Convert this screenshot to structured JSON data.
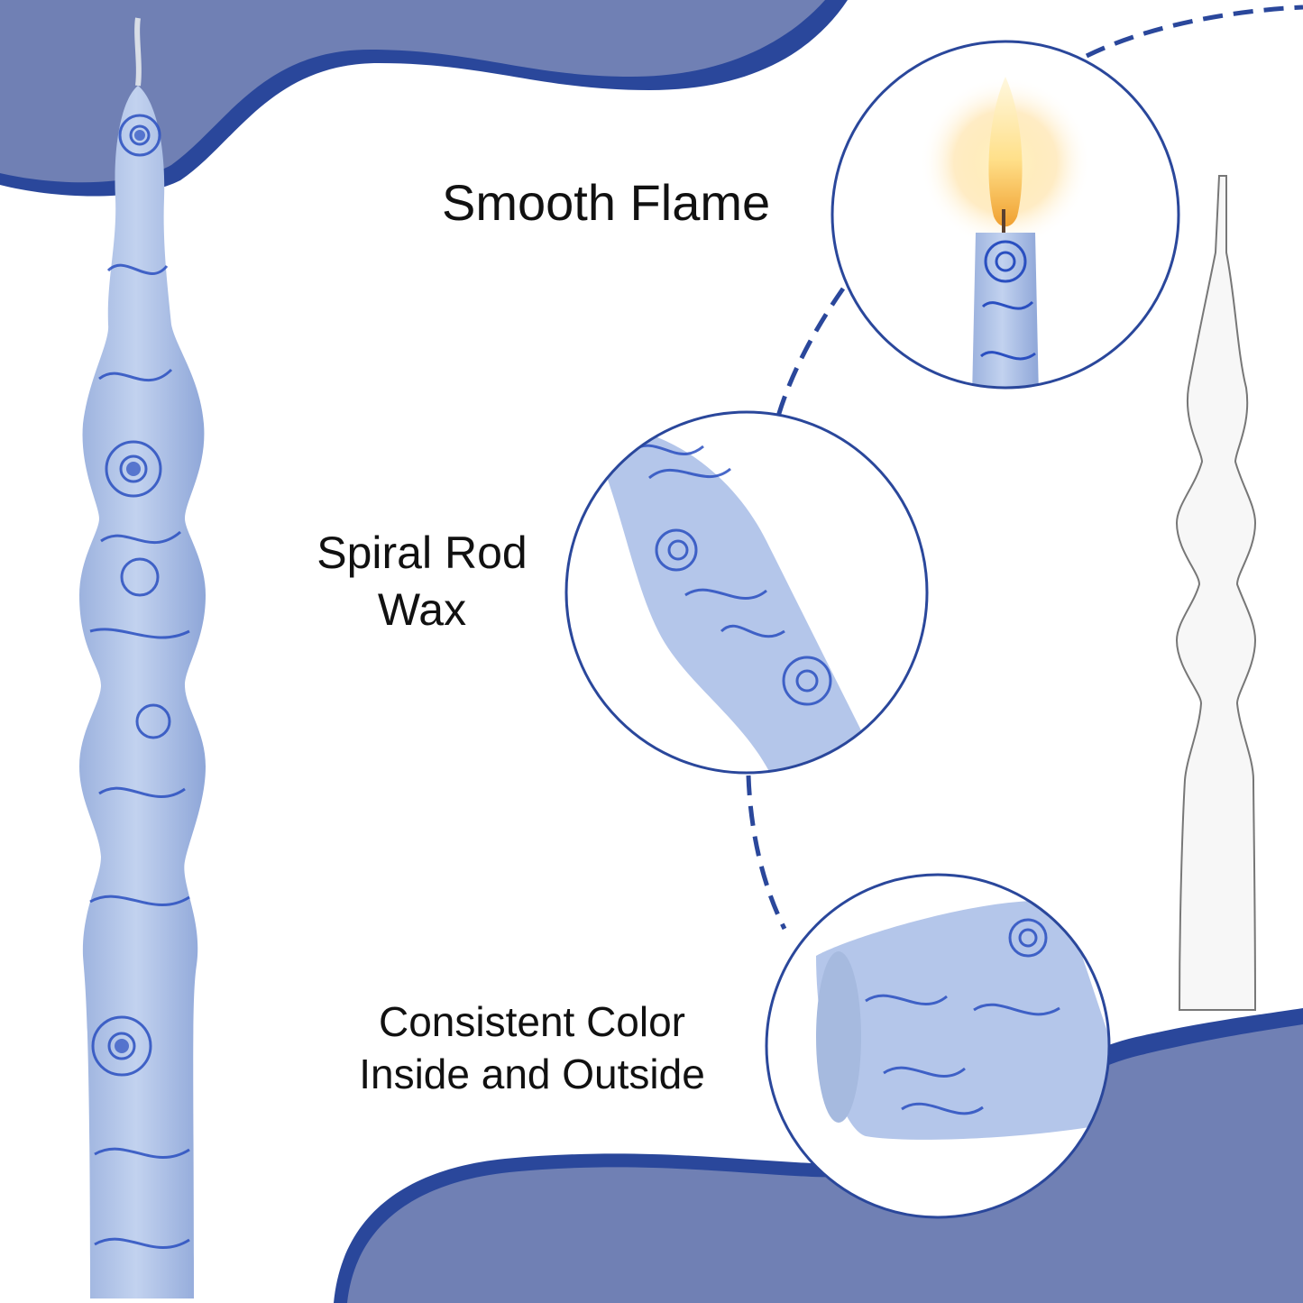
{
  "colors": {
    "accent_dark": "#2a479b",
    "accent_light": "#7080b4",
    "wax_light": "#a9bde4",
    "pattern_blue": "#2a4fc0"
  },
  "features": [
    {
      "id": "flame",
      "lines": [
        "Smooth Flame"
      ],
      "icon": "lit-candle-closeup"
    },
    {
      "id": "spiral",
      "lines": [
        "Spiral Rod",
        "Wax"
      ],
      "icon": "spiral-wax-closeup"
    },
    {
      "id": "color",
      "lines": [
        "Consistent Color",
        "Inside and Outside"
      ],
      "icon": "candle-base-closeup"
    }
  ]
}
